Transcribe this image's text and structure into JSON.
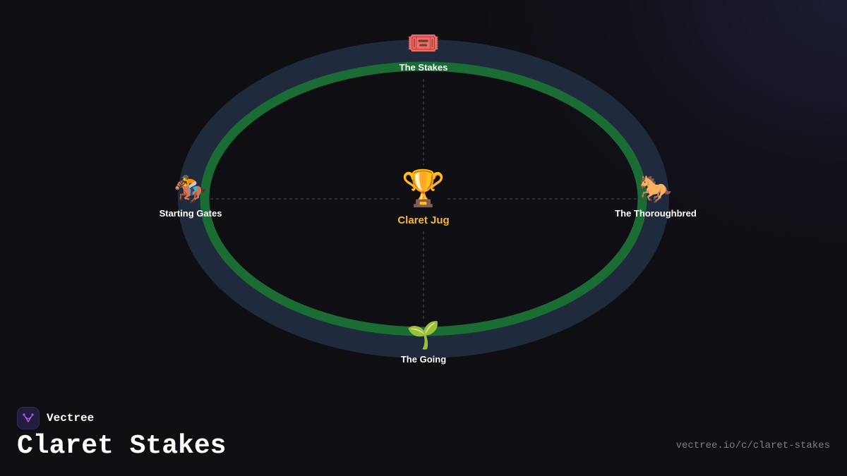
{
  "brand": {
    "name": "Vectree",
    "logo_icon": "vectree-logo-icon",
    "logo_color": "#a45bd8"
  },
  "page": {
    "title": "Claret Stakes",
    "url": "vectree.io/c/claret-stakes"
  },
  "diagram": {
    "type": "cycle",
    "center": {
      "label": "Claret Jug",
      "emoji": "🏆",
      "icon": "trophy-icon",
      "color": "#f5b731"
    },
    "nodes": [
      {
        "label": "The Stakes",
        "emoji": "🎟️",
        "icon": "ticket-icon"
      },
      {
        "label": "The Thoroughbred",
        "emoji": "🐎",
        "icon": "horse-icon"
      },
      {
        "label": "The Going",
        "emoji": "🌱",
        "icon": "seedling-icon"
      },
      {
        "label": "Starting Gates",
        "emoji": "🏇",
        "icon": "horse-racing-icon"
      }
    ],
    "colors": {
      "track_outer": "#1f2a3d",
      "track_inner": "#1b6b35",
      "background": "#0f0e13",
      "spokes": "#4a4a55"
    }
  }
}
